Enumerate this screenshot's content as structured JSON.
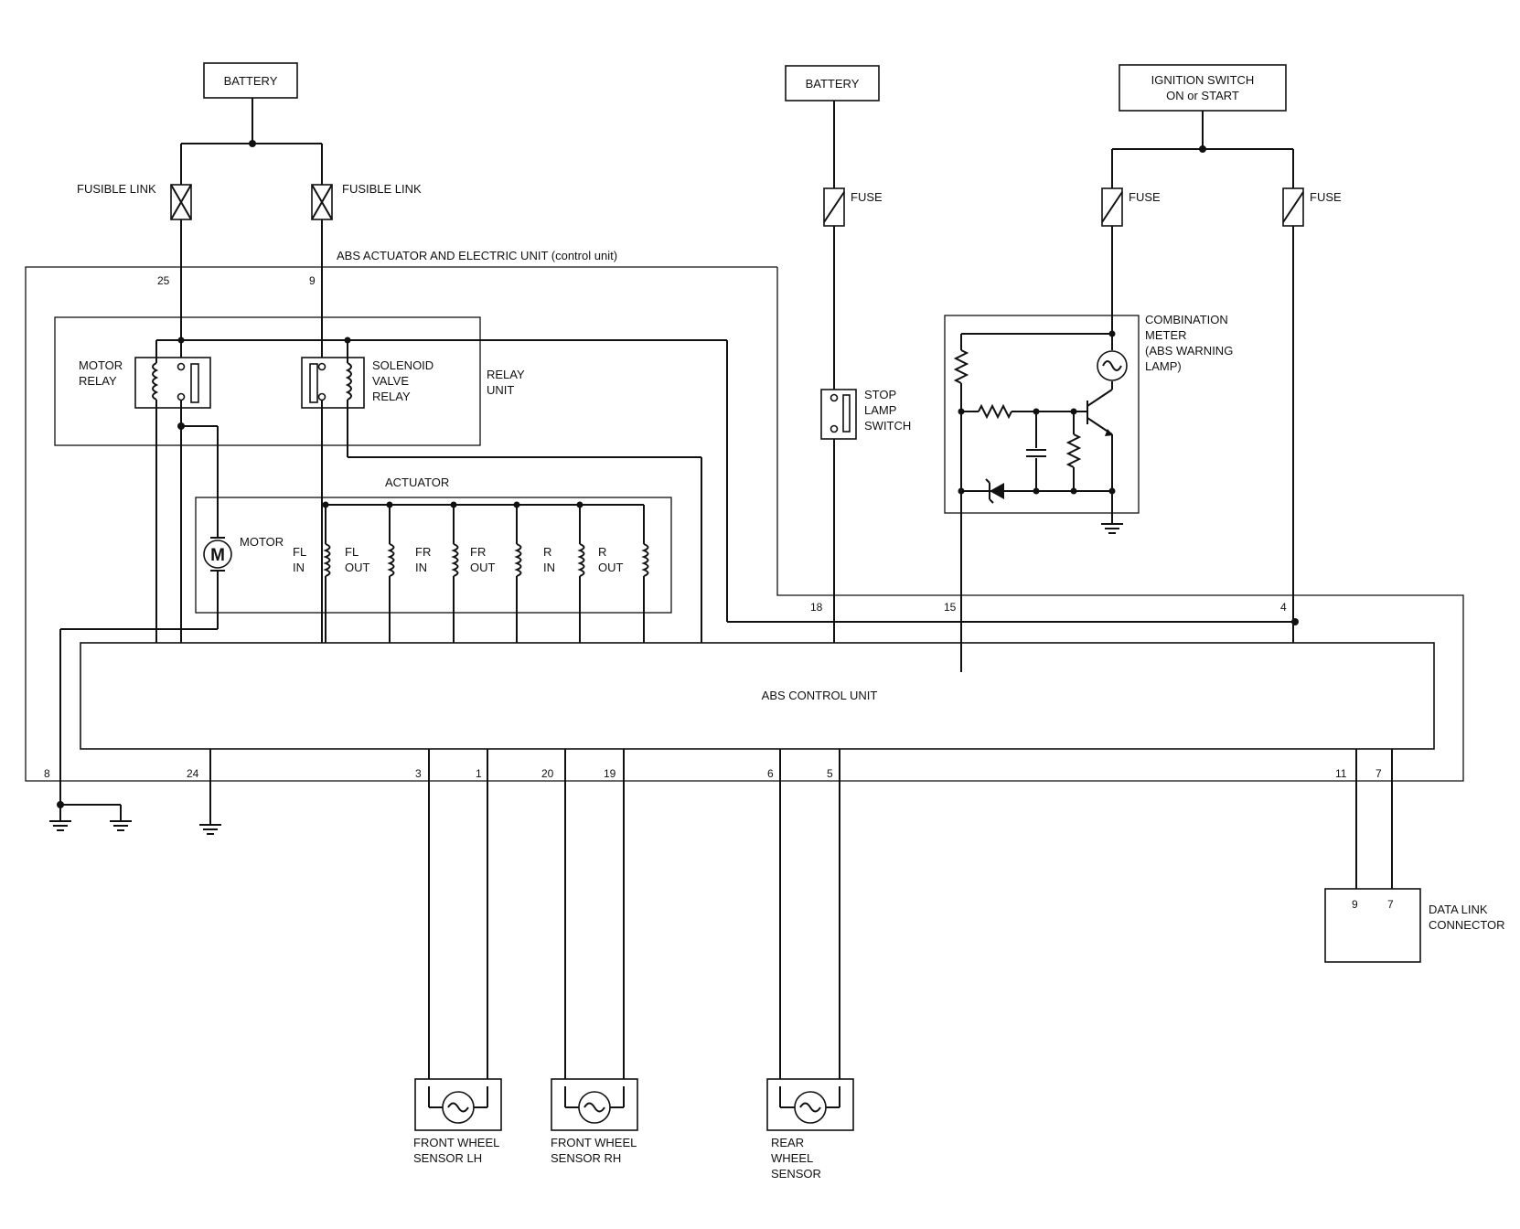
{
  "labels": {
    "battery_left": "BATTERY",
    "battery_mid": "BATTERY",
    "ignition_line1": "IGNITION SWITCH",
    "ignition_line2": "ON or START",
    "fusible_link_left": "FUSIBLE LINK",
    "fusible_link_right": "FUSIBLE LINK",
    "fuse_stop": "FUSE",
    "fuse_meter": "FUSE",
    "fuse_dlc": "FUSE",
    "abs_unit_title": "ABS ACTUATOR AND ELECTRIC UNIT (control unit)",
    "motor_relay_1": "MOTOR",
    "motor_relay_2": "RELAY",
    "solenoid_1": "SOLENOID",
    "solenoid_2": "VALVE",
    "solenoid_3": "RELAY",
    "relay_unit_1": "RELAY",
    "relay_unit_2": "UNIT",
    "actuator": "ACTUATOR",
    "motor": "MOTOR",
    "motor_symbol": "M",
    "stop_lamp_1": "STOP",
    "stop_lamp_2": "LAMP",
    "stop_lamp_3": "SWITCH",
    "comb_meter_1": "COMBINATION",
    "comb_meter_2": "METER",
    "comb_meter_3": "(ABS WARNING",
    "comb_meter_4": "LAMP)",
    "abs_control_unit": "ABS CONTROL UNIT",
    "dlc_1": "DATA LINK",
    "dlc_2": "CONNECTOR",
    "front_lh_1": "FRONT WHEEL",
    "front_lh_2": "SENSOR LH",
    "front_rh_1": "FRONT WHEEL",
    "front_rh_2": "SENSOR RH",
    "rear_1": "REAR",
    "rear_2": "WHEEL",
    "rear_3": "SENSOR"
  },
  "valves": [
    {
      "top": "FL",
      "bottom": "IN"
    },
    {
      "top": "FL",
      "bottom": "OUT"
    },
    {
      "top": "FR",
      "bottom": "IN"
    },
    {
      "top": "FR",
      "bottom": "OUT"
    },
    {
      "top": "R",
      "bottom": "IN"
    },
    {
      "top": "R",
      "bottom": "OUT"
    }
  ],
  "pins": {
    "p25": "25",
    "p9": "9",
    "p18": "18",
    "p15": "15",
    "p4": "4",
    "p8": "8",
    "p24": "24",
    "p3": "3",
    "p1": "1",
    "p20": "20",
    "p19": "19",
    "p6": "6",
    "p5": "5",
    "p11": "11",
    "p7": "7",
    "dlc9": "9",
    "dlc7": "7"
  }
}
